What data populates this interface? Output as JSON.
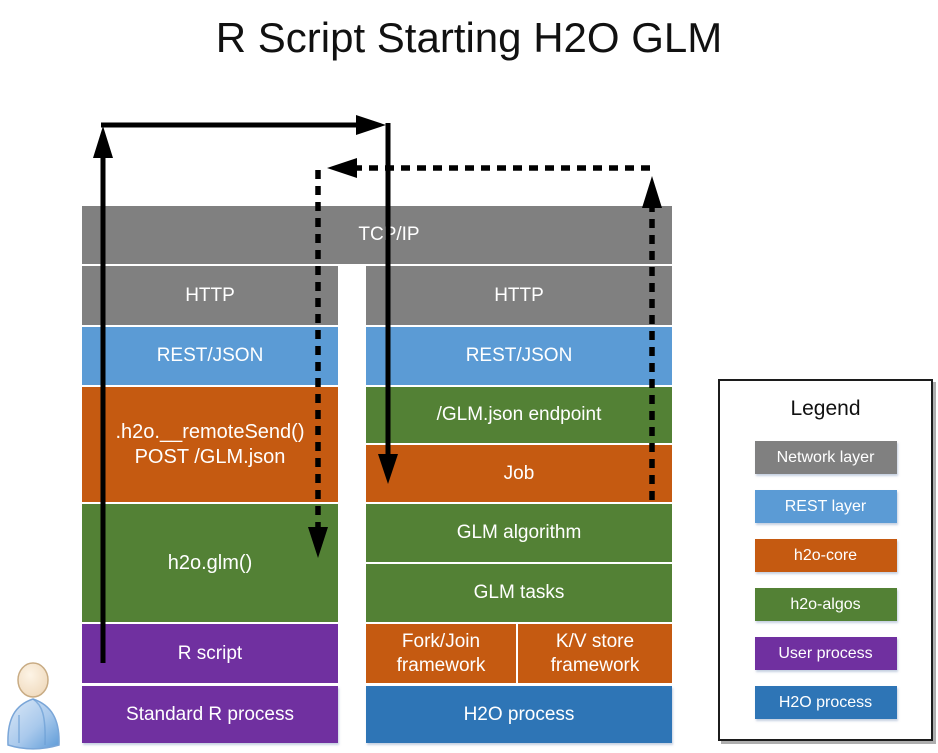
{
  "title": "R Script Starting H2O GLM",
  "stacks": {
    "network": {
      "label": "TCP/IP"
    },
    "left": {
      "http": "HTTP",
      "rest": "REST/JSON",
      "remote_send_line1": ".h2o.__remoteSend()",
      "remote_send_line2": "POST /GLM.json",
      "glm_call": "h2o.glm()",
      "r_script": "R script",
      "process": "Standard R process"
    },
    "right": {
      "http": "HTTP",
      "rest": "REST/JSON",
      "endpoint": "/GLM.json endpoint",
      "job": "Job",
      "algorithm": "GLM algorithm",
      "tasks": "GLM tasks",
      "fork_join_line1": "Fork/Join",
      "fork_join_line2": "framework",
      "kv_store_line1": "K/V store",
      "kv_store_line2": "framework",
      "process": "H2O process"
    }
  },
  "legend": {
    "title": "Legend",
    "items": [
      {
        "label": "Network layer",
        "color": "#808080"
      },
      {
        "label": "REST layer",
        "color": "#5B9BD5"
      },
      {
        "label": "h2o-core",
        "color": "#C55A11"
      },
      {
        "label": "h2o-algos",
        "color": "#538135"
      },
      {
        "label": "User process",
        "color": "#7030A0"
      },
      {
        "label": "H2O process",
        "color": "#2E75B6"
      }
    ]
  },
  "colors": {
    "network_layer": "#808080",
    "rest_layer": "#5B9BD5",
    "h2o_core": "#C55A11",
    "h2o_algos": "#538135",
    "user_process": "#7030A0",
    "h2o_process": "#2E75B6",
    "arrow": "#000000"
  },
  "icons": {
    "person": "person-icon",
    "solid_request_arrow": "request-path",
    "dashed_response_arrow": "response-path"
  }
}
